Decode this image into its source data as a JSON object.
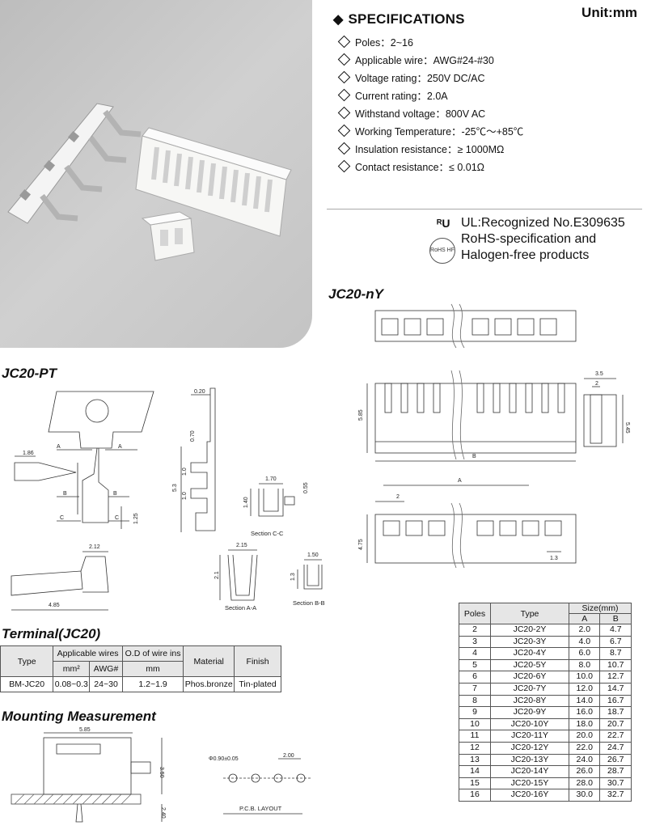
{
  "header": {
    "unit": "Unit:mm"
  },
  "specifications": {
    "title": "SPECIFICATIONS",
    "items": [
      "Poles：2~16",
      "Applicable wire：AWG#24-#30",
      "Voltage rating：250V DC/AC",
      "Current rating：2.0A",
      "Withstand voltage：800V AC",
      "Working Temperature：-25℃～+85℃",
      "Insulation resistance：≥ 1000MΩ",
      "Contact resistance：≤ 0.01Ω"
    ]
  },
  "certifications": {
    "ul_mark": "ᴿU",
    "rohs_mark": "RoHS HF",
    "lines": [
      "UL:Recognized No.E309635",
      "RoHS-specification and",
      "Halogen-free products"
    ]
  },
  "sections": {
    "housing": "JC20-nY",
    "terminal_drawing": "JC20-PT",
    "terminal_table": "Terminal(JC20)",
    "mounting": "Mounting Measurement"
  },
  "terminal_drawing": {
    "dims": [
      "1.86",
      "A",
      "A",
      "B",
      "B",
      "C",
      "C",
      "1.25",
      "2.12",
      "4.85",
      "0.20",
      "0.70",
      "1.0",
      "1.0",
      "5.3",
      "1.70",
      "0.55",
      "1.40",
      "Section C-C",
      "2.15",
      "2.1",
      "Section A-A",
      "1.50",
      "1.3",
      "Section B-B"
    ]
  },
  "housing_drawing": {
    "dims": [
      "5.85",
      "B",
      "3.5",
      "2",
      "5.45",
      "2",
      "A",
      "4.75",
      "1.3"
    ]
  },
  "mounting_drawing": {
    "dims": [
      "5.85",
      "3.50",
      "2.40",
      "Φ0.90±0.05",
      "2.00",
      "P.C.B. LAYOUT"
    ]
  },
  "terminal_table": {
    "headers": {
      "type": "Type",
      "wires": "Applicable wires",
      "od": "O.D of wire ins",
      "material": "Material",
      "finish": "Finish",
      "mm2": "mm²",
      "awg": "AWG#",
      "mm": "mm"
    },
    "row": {
      "type": "BM-JC20",
      "mm2": "0.08~0.3",
      "awg": "24~30",
      "od": "1.2~1.9",
      "material": "Phos.bronze",
      "finish": "Tin-plated"
    }
  },
  "size_table": {
    "headers": {
      "poles": "Poles",
      "type": "Type",
      "size": "Size(mm)",
      "a": "A",
      "b": "B"
    },
    "rows": [
      [
        "2",
        "JC20-2Y",
        "2.0",
        "4.7"
      ],
      [
        "3",
        "JC20-3Y",
        "4.0",
        "6.7"
      ],
      [
        "4",
        "JC20-4Y",
        "6.0",
        "8.7"
      ],
      [
        "5",
        "JC20-5Y",
        "8.0",
        "10.7"
      ],
      [
        "6",
        "JC20-6Y",
        "10.0",
        "12.7"
      ],
      [
        "7",
        "JC20-7Y",
        "12.0",
        "14.7"
      ],
      [
        "8",
        "JC20-8Y",
        "14.0",
        "16.7"
      ],
      [
        "9",
        "JC20-9Y",
        "16.0",
        "18.7"
      ],
      [
        "10",
        "JC20-10Y",
        "18.0",
        "20.7"
      ],
      [
        "11",
        "JC20-11Y",
        "20.0",
        "22.7"
      ],
      [
        "12",
        "JC20-12Y",
        "22.0",
        "24.7"
      ],
      [
        "13",
        "JC20-13Y",
        "24.0",
        "26.7"
      ],
      [
        "14",
        "JC20-14Y",
        "26.0",
        "28.7"
      ],
      [
        "15",
        "JC20-15Y",
        "28.0",
        "30.7"
      ],
      [
        "16",
        "JC20-16Y",
        "30.0",
        "32.7"
      ]
    ]
  }
}
